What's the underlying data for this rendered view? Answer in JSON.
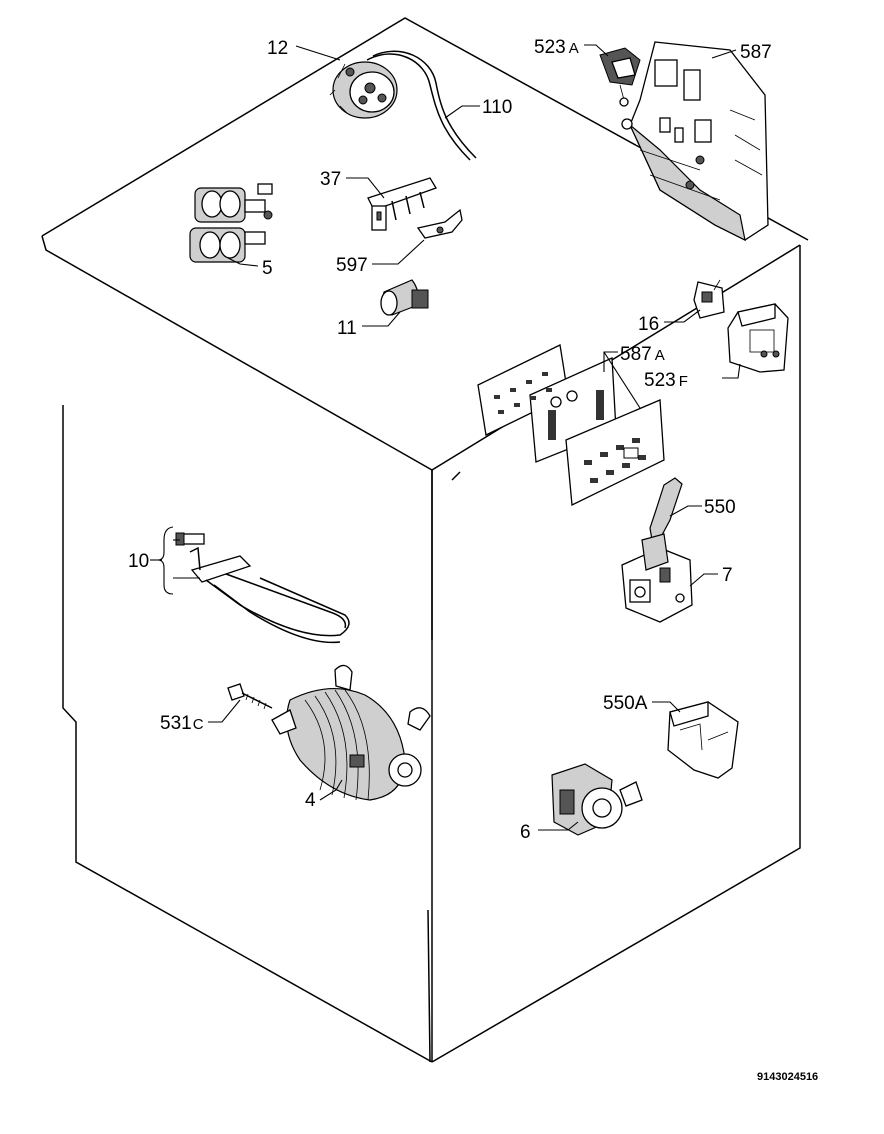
{
  "labels": {
    "p12": "12",
    "p110": "110",
    "p523a": "523",
    "p523a_suffix": "A",
    "p587": "587",
    "p37": "37",
    "p5": "5",
    "p597": "597",
    "p11": "11",
    "p16": "16",
    "p587a": "587",
    "p587a_suffix": "A",
    "p523f": "523",
    "p523f_suffix": "F",
    "p550": "550",
    "p10": "10",
    "p7": "7",
    "p531c": "531",
    "p531c_suffix": "C",
    "p550a": "550A",
    "p4": "4",
    "p6": "6"
  },
  "reference_number": "9143024516"
}
